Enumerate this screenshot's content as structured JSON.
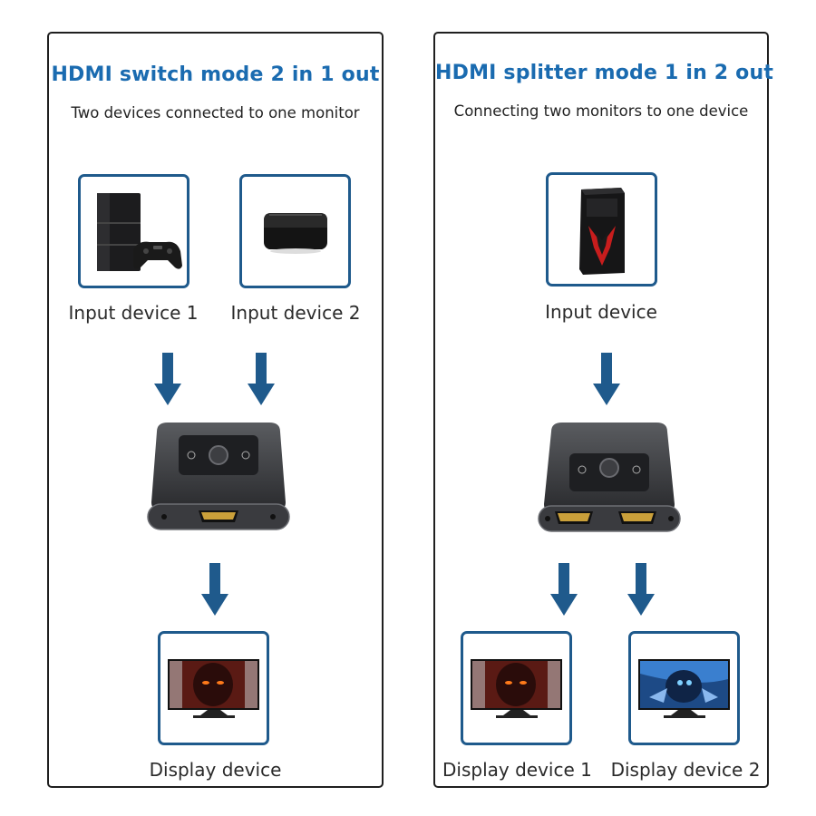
{
  "left_panel": {
    "title": "HDMI switch mode 2 in 1 out",
    "subtitle": "Two devices connected to one monitor",
    "input_label_1": "Input device 1",
    "input_label_2": "Input device 2",
    "output_label": "Display device",
    "icons": [
      "game-console-icon",
      "tv-box-icon",
      "hdmi-switch-icon",
      "monitor-icon"
    ]
  },
  "right_panel": {
    "title": "HDMI splitter mode 1 in 2 out",
    "subtitle": "Connecting two monitors to one device",
    "input_label": "Input device",
    "output_label_1": "Display device 1",
    "output_label_2": "Display device 2",
    "icons": [
      "pc-tower-icon",
      "hdmi-splitter-icon",
      "monitor-icon"
    ]
  },
  "colors": {
    "title": "#1a6bb0",
    "box_border": "#1f5a8c",
    "arrow": "#1f5a8c",
    "panel_border": "#1f1f1f"
  }
}
